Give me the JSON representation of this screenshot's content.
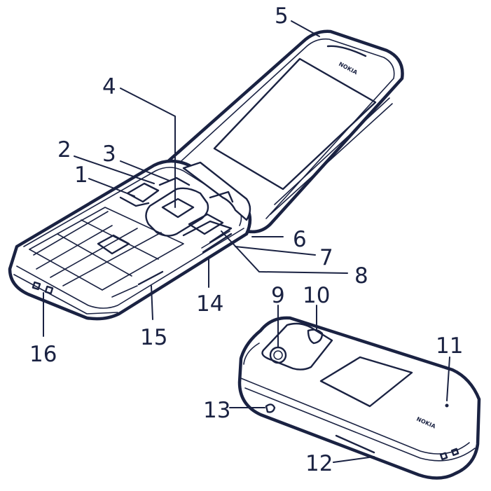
{
  "brand": "NOKIA",
  "callouts": [
    {
      "id": "1",
      "label": "1"
    },
    {
      "id": "2",
      "label": "2"
    },
    {
      "id": "3",
      "label": "3"
    },
    {
      "id": "4",
      "label": "4"
    },
    {
      "id": "5",
      "label": "5"
    },
    {
      "id": "6",
      "label": "6"
    },
    {
      "id": "7",
      "label": "7"
    },
    {
      "id": "8",
      "label": "8"
    },
    {
      "id": "9",
      "label": "9"
    },
    {
      "id": "10",
      "label": "10"
    },
    {
      "id": "11",
      "label": "11"
    },
    {
      "id": "12",
      "label": "12"
    },
    {
      "id": "13",
      "label": "13"
    },
    {
      "id": "14",
      "label": "14"
    },
    {
      "id": "15",
      "label": "15"
    },
    {
      "id": "16",
      "label": "16"
    }
  ]
}
